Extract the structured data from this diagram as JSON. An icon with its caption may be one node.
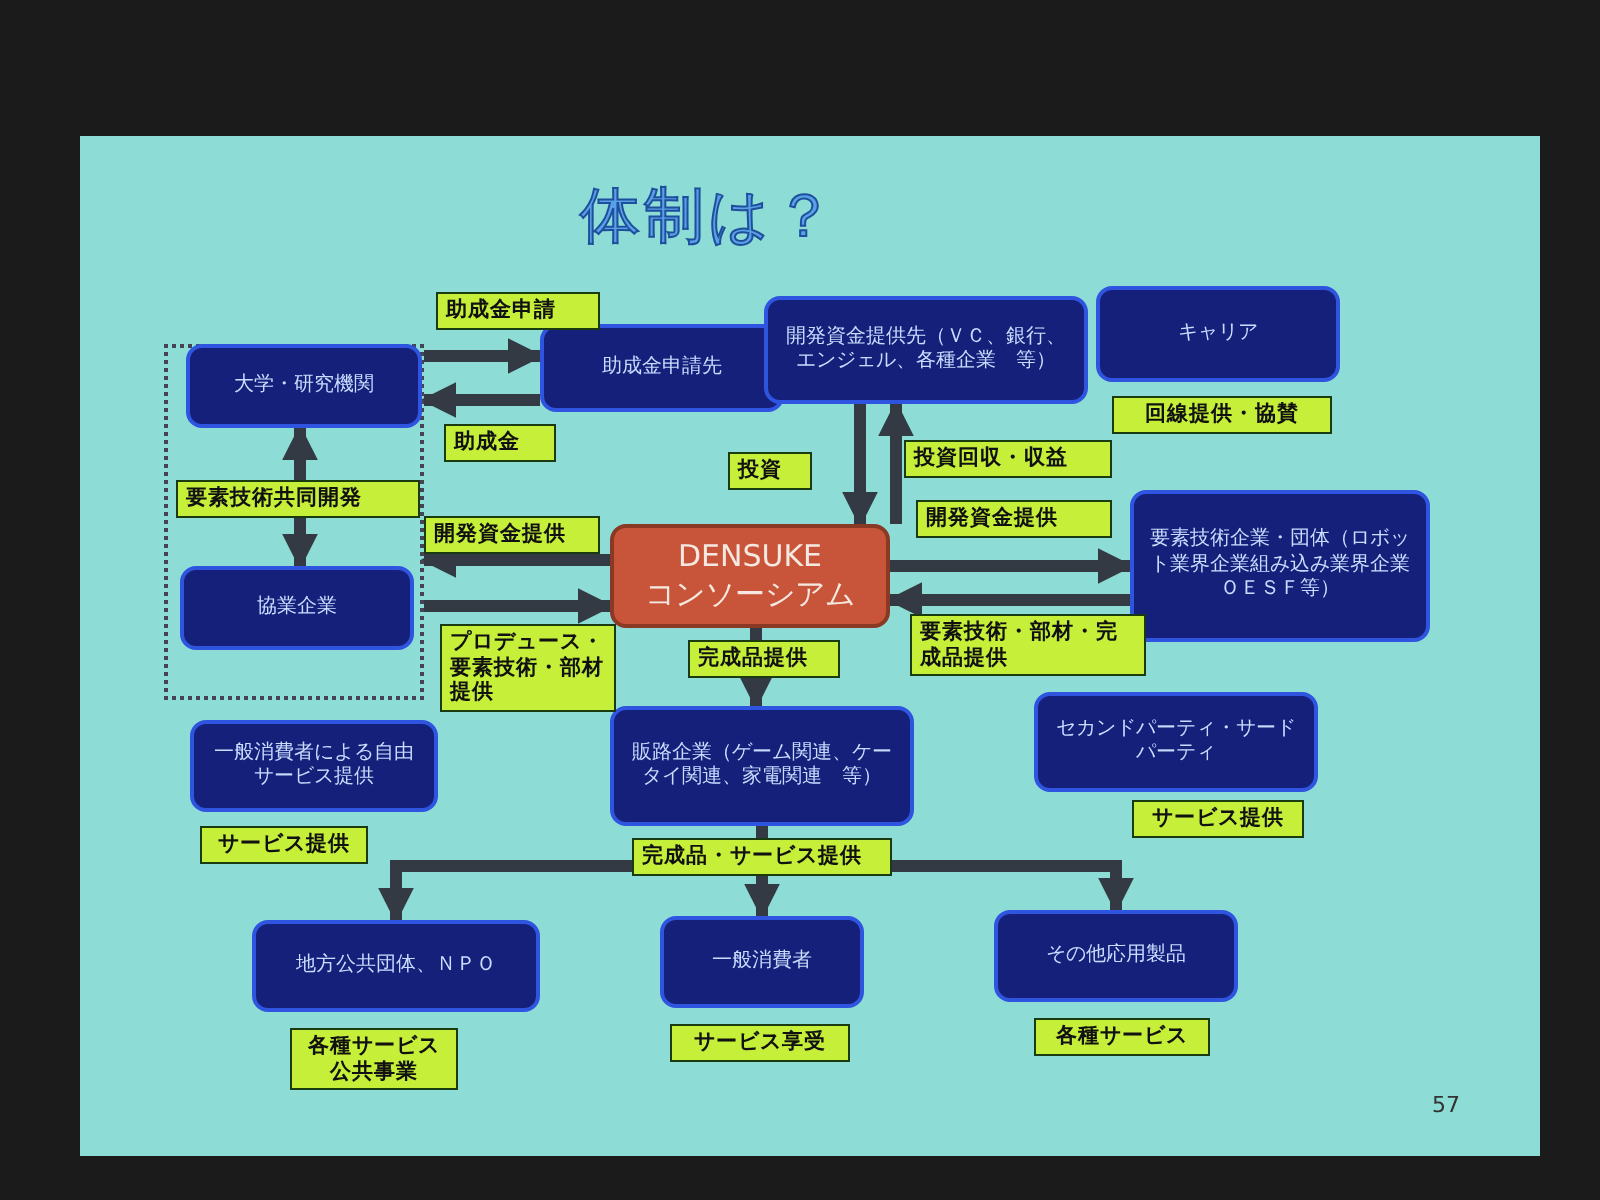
{
  "diagram": {
    "title": "体制は？",
    "nodes": [
      {
        "text": [],
        "shape": "box"
      },
      {
        "text": [
          "大学・研究機関"
        ],
        "in": 0
      },
      {
        "text": [
          "協業企業"
        ],
        "in": 0
      },
      {
        "text": [
          "助成金申請先"
        ]
      },
      {
        "text": [
          "開発資金提供先（ＶＣ、銀行、エンジェル、各種企業　等）"
        ]
      },
      {
        "text": [
          "キャリア"
        ],
        "beside": [
          "回線提供・協賛"
        ]
      },
      {
        "text": [
          "DENSUKE コンソーシアム"
        ]
      },
      {
        "text": [
          "要素技術企業・団体（ロボット業界企業組み込み業界企業ＯＥＳＦ等）"
        ]
      },
      {
        "text": [
          "一般消費者による自由サービス提供"
        ],
        "beside": [
          "サービス提供"
        ]
      },
      {
        "text": [
          "販路企業（ゲーム関連、ケータイ関連、家電関連　等）"
        ]
      },
      {
        "text": [
          "セカンドパーティ・サードパーティ"
        ],
        "beside": [
          "サービス提供"
        ]
      },
      {
        "text": [
          "地方公共団体、ＮＰＯ"
        ],
        "beside": [
          "各種サービス公共事業"
        ]
      },
      {
        "text": [
          "一般消費者"
        ],
        "beside": [
          "サービス享受"
        ]
      },
      {
        "text": [
          "その他応用製品"
        ],
        "beside": [
          "各種サービス"
        ]
      }
    ],
    "edges": [
      {
        "from": 0,
        "to": 3,
        "arrow": "to",
        "label": "助成金申請"
      },
      {
        "from": 3,
        "to": 0,
        "arrow": "to",
        "label": "助成金"
      },
      {
        "from": 2,
        "to": 1,
        "arrow": "both",
        "label": "要素技術共同開発"
      },
      {
        "from": 6,
        "to": 0,
        "arrow": "to",
        "label": "開発資金提供"
      },
      {
        "from": 0,
        "to": 6,
        "arrow": "to",
        "label": "プロデュース・要素技術・部材提供"
      },
      {
        "from": 4,
        "to": 6,
        "arrow": "to",
        "label": "投資"
      },
      {
        "from": 6,
        "to": 4,
        "arrow": "to",
        "label": "投資回収・収益"
      },
      {
        "from": 6,
        "to": 7,
        "arrow": "to",
        "label": "開発資金提供"
      },
      {
        "from": 7,
        "to": 6,
        "arrow": "to",
        "label": "要素技術・部材・完成品提供"
      },
      {
        "from": 6,
        "to": 9,
        "arrow": "to",
        "label": "完成品提供"
      },
      {
        "from": 9,
        "to": 11,
        "arrow": "to"
      },
      {
        "from": 9,
        "to": 12,
        "arrow": "to",
        "label": "完成品・サービス提供"
      },
      {
        "from": 9,
        "to": 13,
        "arrow": "to"
      }
    ],
    "labels": [
      "57"
    ]
  }
}
